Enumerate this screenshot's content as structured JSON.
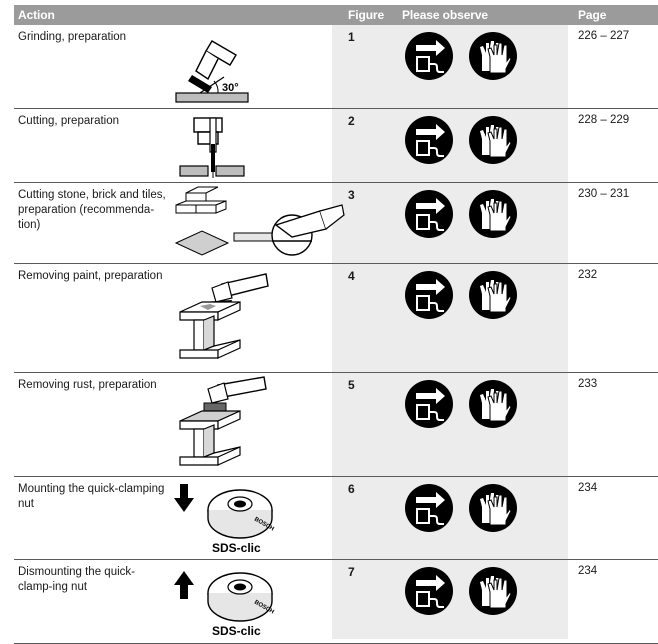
{
  "header": {
    "action": "Action",
    "figure": "Figure",
    "observe": "Please observe",
    "page": "Page"
  },
  "rows": [
    {
      "action": "Grinding, preparation",
      "figure": "1",
      "page": "226 – 227",
      "angle_label": "30°"
    },
    {
      "action": "Cutting, preparation",
      "figure": "2",
      "page": "228 – 229"
    },
    {
      "action": "Cutting stone, brick and tiles, preparation (recommenda-tion)",
      "figure": "3",
      "page": "230 – 231"
    },
    {
      "action": "Removing paint, preparation",
      "figure": "4",
      "page": "232"
    },
    {
      "action": "Removing rust, preparation",
      "figure": "5",
      "page": "233"
    },
    {
      "action": "Mounting the quick-clamping nut",
      "figure": "6",
      "page": "234",
      "product_label": "SDS-clic"
    },
    {
      "action": "Dismounting the quick-clamp-ing nut",
      "figure": "7",
      "page": "234",
      "product_label": "SDS-clic"
    }
  ],
  "icons": {
    "unplug": "unplug-icon",
    "gloves": "gloves-icon",
    "accent": "#000000",
    "band": "#ececec",
    "header_bg": "#9b9b9b"
  }
}
